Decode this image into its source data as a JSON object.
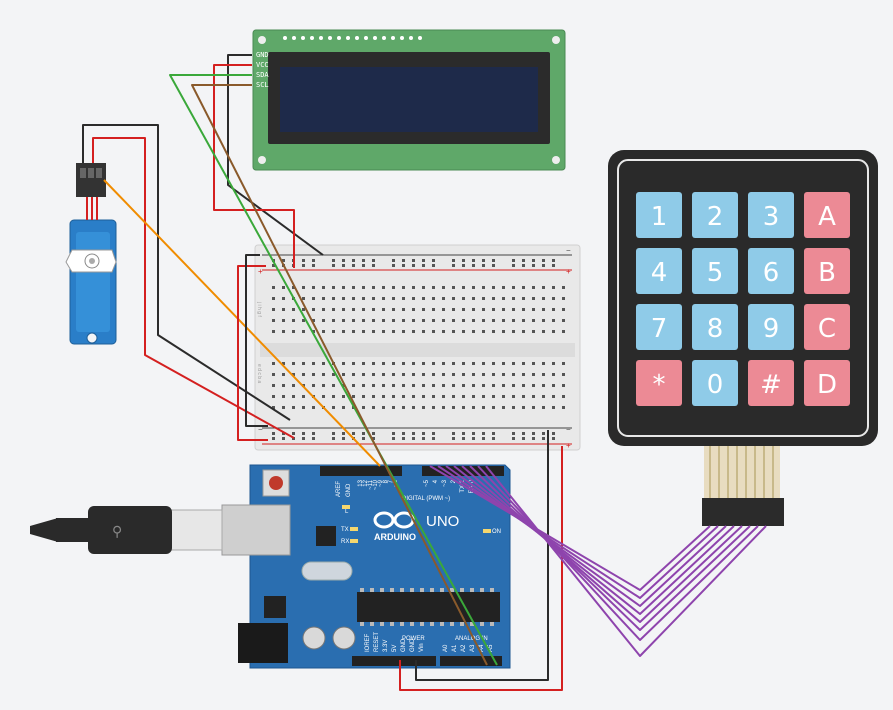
{
  "lcd": {
    "pins": [
      "GND",
      "VCC",
      "SDA",
      "SCL"
    ]
  },
  "keypad": {
    "keys": [
      {
        "label": "1",
        "color": "#8fcbe8"
      },
      {
        "label": "2",
        "color": "#8fcbe8"
      },
      {
        "label": "3",
        "color": "#8fcbe8"
      },
      {
        "label": "A",
        "color": "#ec8a95"
      },
      {
        "label": "4",
        "color": "#8fcbe8"
      },
      {
        "label": "5",
        "color": "#8fcbe8"
      },
      {
        "label": "6",
        "color": "#8fcbe8"
      },
      {
        "label": "B",
        "color": "#ec8a95"
      },
      {
        "label": "7",
        "color": "#8fcbe8"
      },
      {
        "label": "8",
        "color": "#8fcbe8"
      },
      {
        "label": "9",
        "color": "#8fcbe8"
      },
      {
        "label": "C",
        "color": "#ec8a95"
      },
      {
        "label": "*",
        "color": "#ec8a95"
      },
      {
        "label": "0",
        "color": "#8fcbe8"
      },
      {
        "label": "#",
        "color": "#ec8a95"
      },
      {
        "label": "D",
        "color": "#ec8a95"
      }
    ]
  },
  "breadboard": {
    "plus": "+",
    "minus": "−",
    "rows_top": "j i h g f",
    "rows_bottom": "e d c b a"
  },
  "arduino": {
    "brand": "ARDUINO",
    "model": "UNO",
    "digital_label": "DIGITAL (PWM ~)",
    "power_label": "POWER",
    "analog_label": "ANALOG IN",
    "aref": "AREF",
    "gnd": "GND",
    "tx": "TX",
    "rx": "RX",
    "l": "L",
    "on": "ON",
    "analog_pins": [
      "A0",
      "A1",
      "A2",
      "A3",
      "A4",
      "A5"
    ],
    "power_pins": [
      "IOREF",
      "RESET",
      "3.3V",
      "5V",
      "GND",
      "GND",
      "Vin"
    ],
    "digital_pins": [
      "13",
      "12",
      "~11",
      "~10",
      "~9",
      "8",
      "7",
      "~6",
      "~5",
      "4",
      "~3",
      "2",
      "TX 1",
      "RX 0"
    ]
  },
  "colors": {
    "wire_red": "#d42020",
    "wire_black": "#2b2b2b",
    "wire_green": "#3aa83a",
    "wire_brown": "#8a5a2b",
    "wire_orange": "#f08c00",
    "wire_purple": "#8e44ad",
    "board_blue": "#2a6eb0",
    "lcd_green": "#5fa869",
    "lcd_screen": "#1e2a4a"
  }
}
